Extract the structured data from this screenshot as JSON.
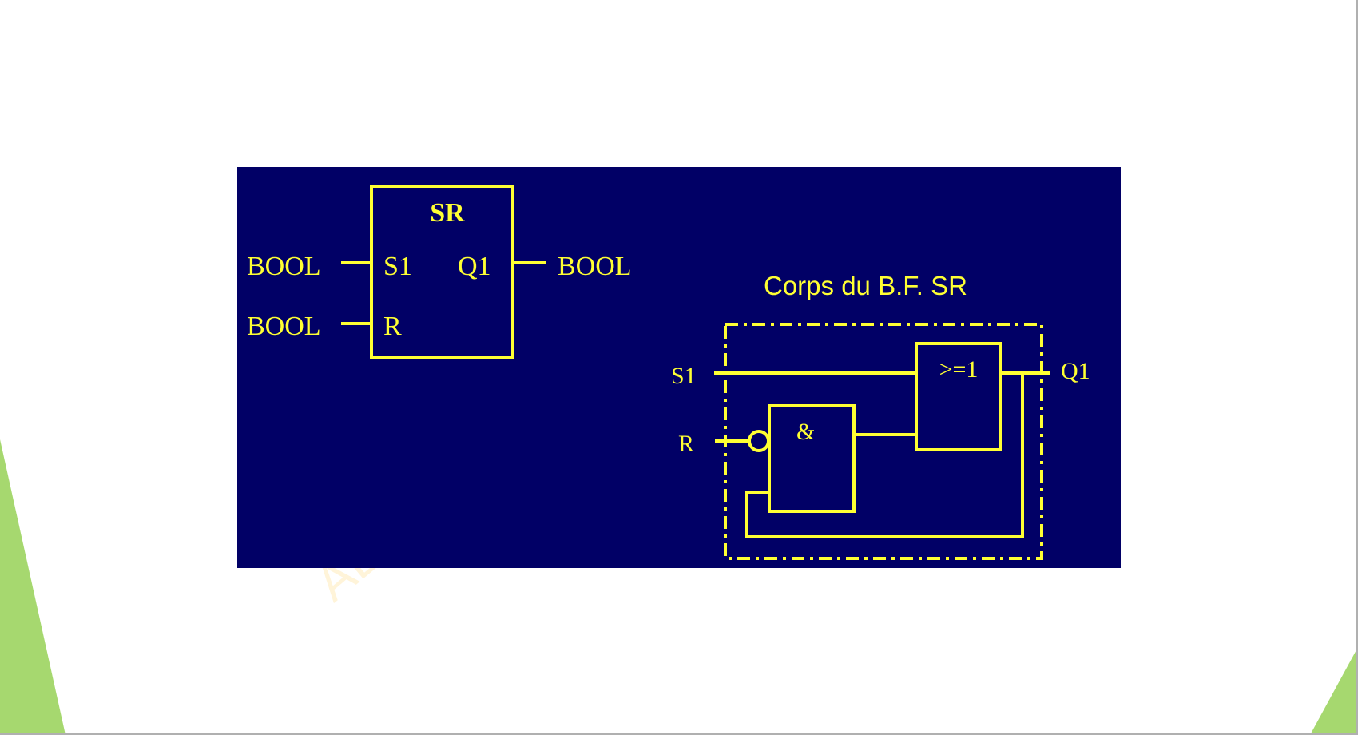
{
  "colors": {
    "panel_background": "#010066",
    "line": "#ffff33",
    "accent_green": "#a6d86f",
    "page_background": "#ffffff"
  },
  "sr_block": {
    "title": "SR",
    "input_set_label": "S1",
    "input_reset_label": "R",
    "output_label": "Q1",
    "input_set_type": "BOOL",
    "input_reset_type": "BOOL",
    "output_type": "BOOL"
  },
  "body": {
    "title": "Corps du B.F. SR",
    "input_set": "S1",
    "input_reset": "R",
    "output": "Q1",
    "and_gate_label": "&",
    "or_gate_label": ">=1"
  },
  "watermark": "AE"
}
